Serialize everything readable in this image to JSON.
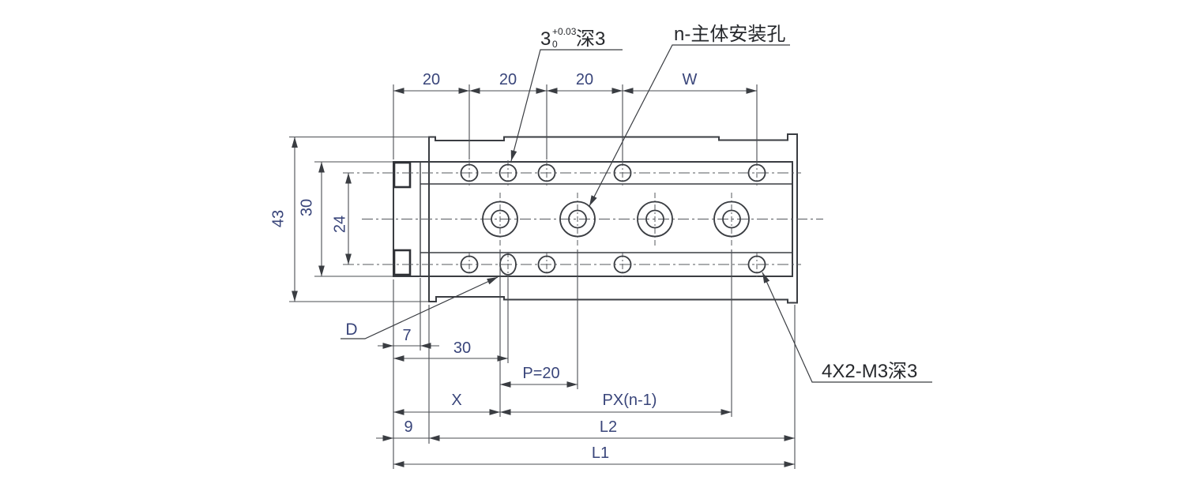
{
  "colors": {
    "line": "#3a3d42",
    "dim_text": "#39457a",
    "label_text": "#26282c",
    "background": "#ffffff"
  },
  "labels": {
    "pin_hole": {
      "base": "3",
      "tol_sup": "+0.03",
      "tol_sub": "0",
      "suffix": "深3"
    },
    "mounting_hole": "n-主体安装孔",
    "thread_note": "4X2-M3深3",
    "dowel": "D"
  },
  "dimensions": {
    "top": [
      "20",
      "20",
      "20",
      "W"
    ],
    "side": [
      "43",
      "30",
      "24"
    ],
    "bottom": [
      "7",
      "30",
      "P=20",
      "X",
      "PX(n-1)",
      "9",
      "L2",
      "L1"
    ]
  }
}
